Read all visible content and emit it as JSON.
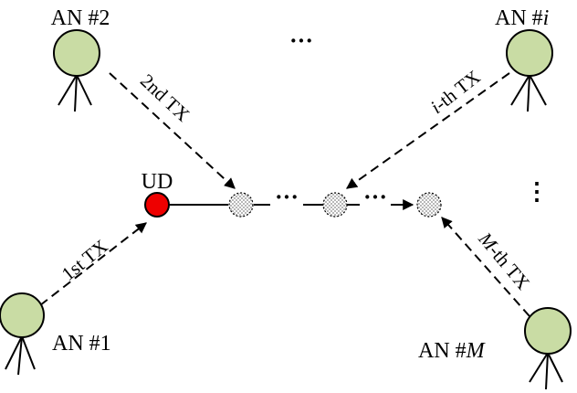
{
  "diagram": {
    "ud_label": "UD",
    "anchors": [
      {
        "id": "an1",
        "label": "AN #1",
        "tx_label": "1st TX"
      },
      {
        "id": "an2",
        "label": "AN #2",
        "tx_label": "2nd TX"
      },
      {
        "id": "ani",
        "label_prefix": "AN #",
        "label_var": "i",
        "tx_label_var": "i",
        "tx_label_suffix": "-th TX"
      },
      {
        "id": "anm",
        "label_prefix": "AN #",
        "label_var": "M",
        "tx_label_var": "M",
        "tx_label_suffix": "-th TX"
      }
    ],
    "ellipsis_horizontal": "···",
    "ellipsis_vertical": "⋮",
    "colors": {
      "anchor_fill": "#c9dca4",
      "user_device_fill": "#ee0000",
      "stroke": "#000000",
      "checker_light": "#ffffff",
      "checker_dark": "#b8b8b8"
    }
  }
}
